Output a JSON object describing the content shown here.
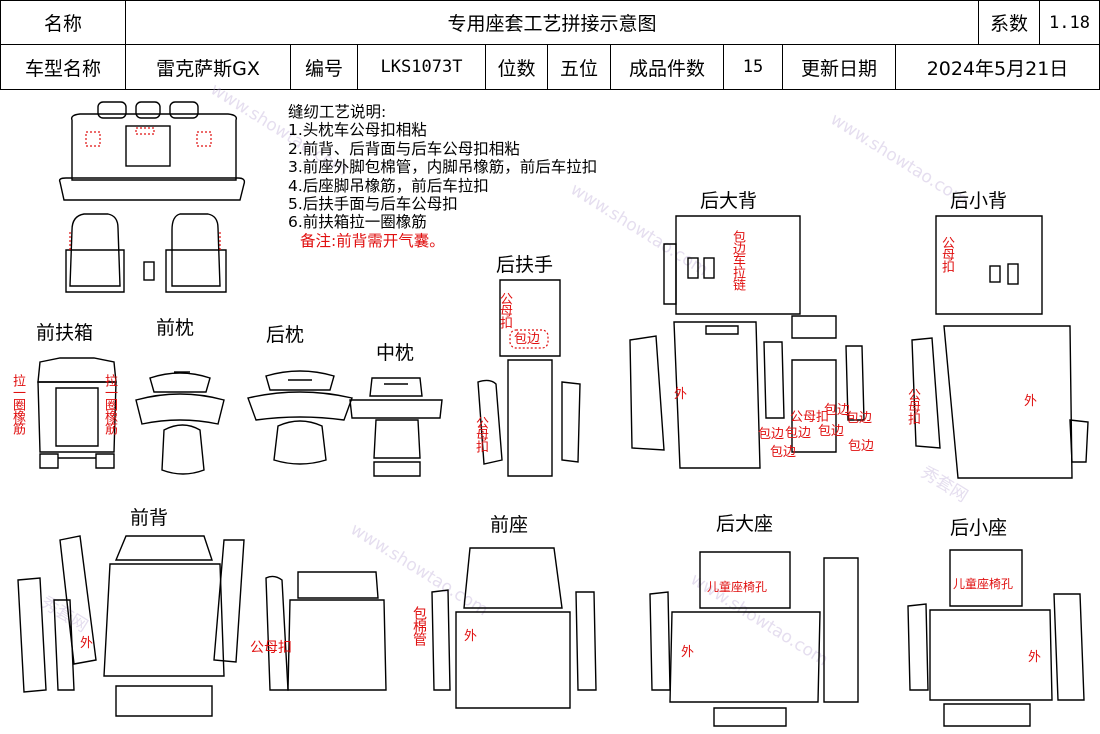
{
  "header": {
    "name_label": "名称",
    "doc_title": "专用座套工艺拼接示意图",
    "coef_label": "系数",
    "coef_value": "1.18",
    "model_label": "车型名称",
    "model_value": "雷克萨斯GX",
    "code_label": "编号",
    "code_value": "LKS1073T",
    "seats_label": "位数",
    "seats_value": "五位",
    "pieces_label": "成品件数",
    "pieces_value": "15",
    "date_label": "更新日期",
    "date_value": "2024年5月21日"
  },
  "notes": {
    "heading": "缝纫工艺说明:",
    "items": [
      "1.头枕车公母扣相粘",
      "2.前背、后背面与后车公母扣相粘",
      "3.前座外脚包棉管，内脚吊橡筋，前后车拉扣",
      "4.后座脚吊橡筋，前后车拉扣",
      "5.后扶手面与后车公母扣",
      "6.前扶箱拉一圈橡筋"
    ],
    "remark": "备注:前背需开气囊。"
  },
  "sections": {
    "front_armrest_box": "前扶箱",
    "front_headrest": "前枕",
    "rear_headrest": "后枕",
    "middle_headrest": "中枕",
    "rear_armrest": "后扶手",
    "rear_big_back": "后大背",
    "rear_small_back": "后小背",
    "front_back": "前背",
    "front_seat": "前座",
    "rear_big_seat": "后大座",
    "rear_small_seat": "后小座"
  },
  "annotations": {
    "pull_elastic": "拉一圈橡筋",
    "snap": "公母扣",
    "binding": "包边",
    "outer": "外",
    "binding_zipper": "包边车拉链",
    "foam_tube": "包棉管",
    "child_seat_hole": "儿童座椅孔"
  },
  "watermark": {
    "text_cn": "秀套网",
    "text_url": "www.showtao.com"
  },
  "colors": {
    "annotation_red": "#e01010",
    "line_black": "#000000",
    "watermark": "#c8b4dc"
  }
}
